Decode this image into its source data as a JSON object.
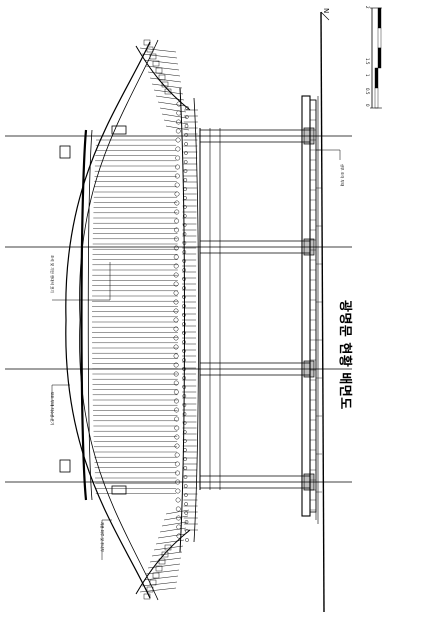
{
  "drawing": {
    "title": "광명문 현황 배면도",
    "north_mark": "N",
    "annotations": [
      "상부 조각 부재",
      "초석 및 기단 장대석 표기",
      "보조 부재 치수선 표기",
      "지붕 마루 및 추녀부"
    ]
  },
  "scale_bar": {
    "labels": [
      "0",
      "0.5",
      "1",
      "1.5",
      "2"
    ]
  }
}
